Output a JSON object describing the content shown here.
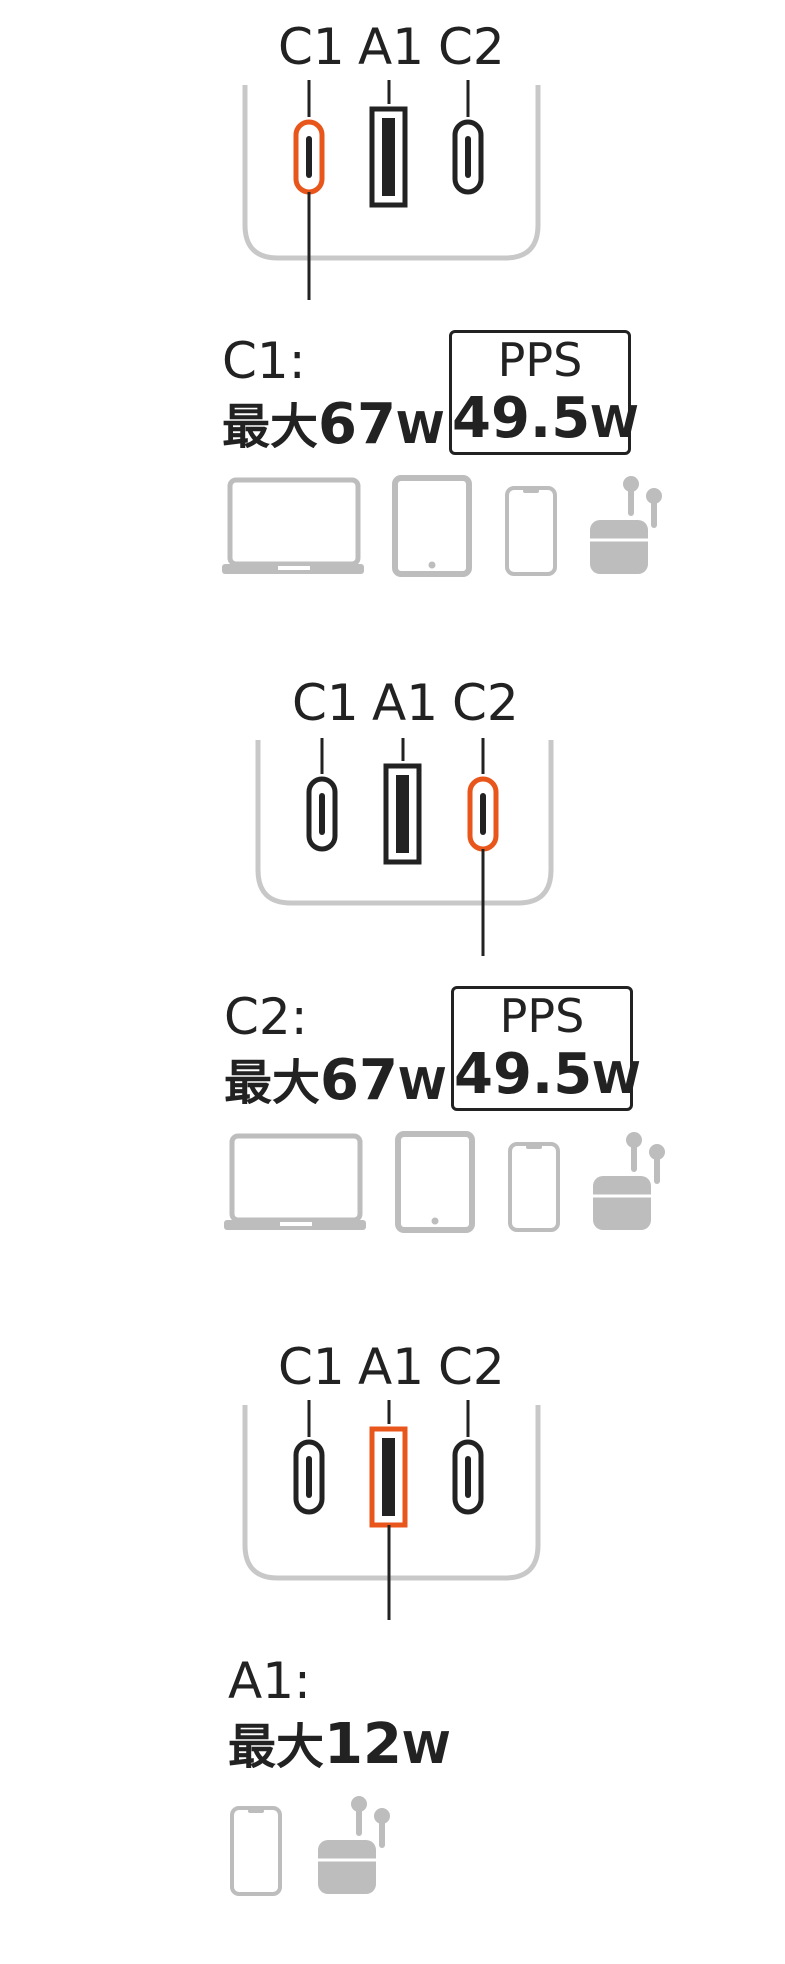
{
  "colors": {
    "accent": "#E8561C",
    "port_outline": "#222222",
    "device_gray": "#BDBDBD",
    "housing_gray": "#C8C8C8"
  },
  "sections": [
    {
      "ports": [
        "C1",
        "A1",
        "C2"
      ],
      "active_port": "C1",
      "title": "C1:",
      "max_prefix": "最大",
      "max_value": "67",
      "max_unit": "W",
      "pps_label": "PPS",
      "pps_value": "49.5",
      "pps_unit": "W",
      "devices": [
        "laptop-icon",
        "tablet-icon",
        "phone-icon",
        "earbuds-icon"
      ]
    },
    {
      "ports": [
        "C1",
        "A1",
        "C2"
      ],
      "active_port": "C2",
      "title": "C2:",
      "max_prefix": "最大",
      "max_value": "67",
      "max_unit": "W",
      "pps_label": "PPS",
      "pps_value": "49.5",
      "pps_unit": "W",
      "devices": [
        "laptop-icon",
        "tablet-icon",
        "phone-icon",
        "earbuds-icon"
      ]
    },
    {
      "ports": [
        "C1",
        "A1",
        "C2"
      ],
      "active_port": "A1",
      "title": "A1:",
      "max_prefix": "最大",
      "max_value": "12",
      "max_unit": "W",
      "devices": [
        "phone-icon",
        "earbuds-icon"
      ]
    }
  ]
}
